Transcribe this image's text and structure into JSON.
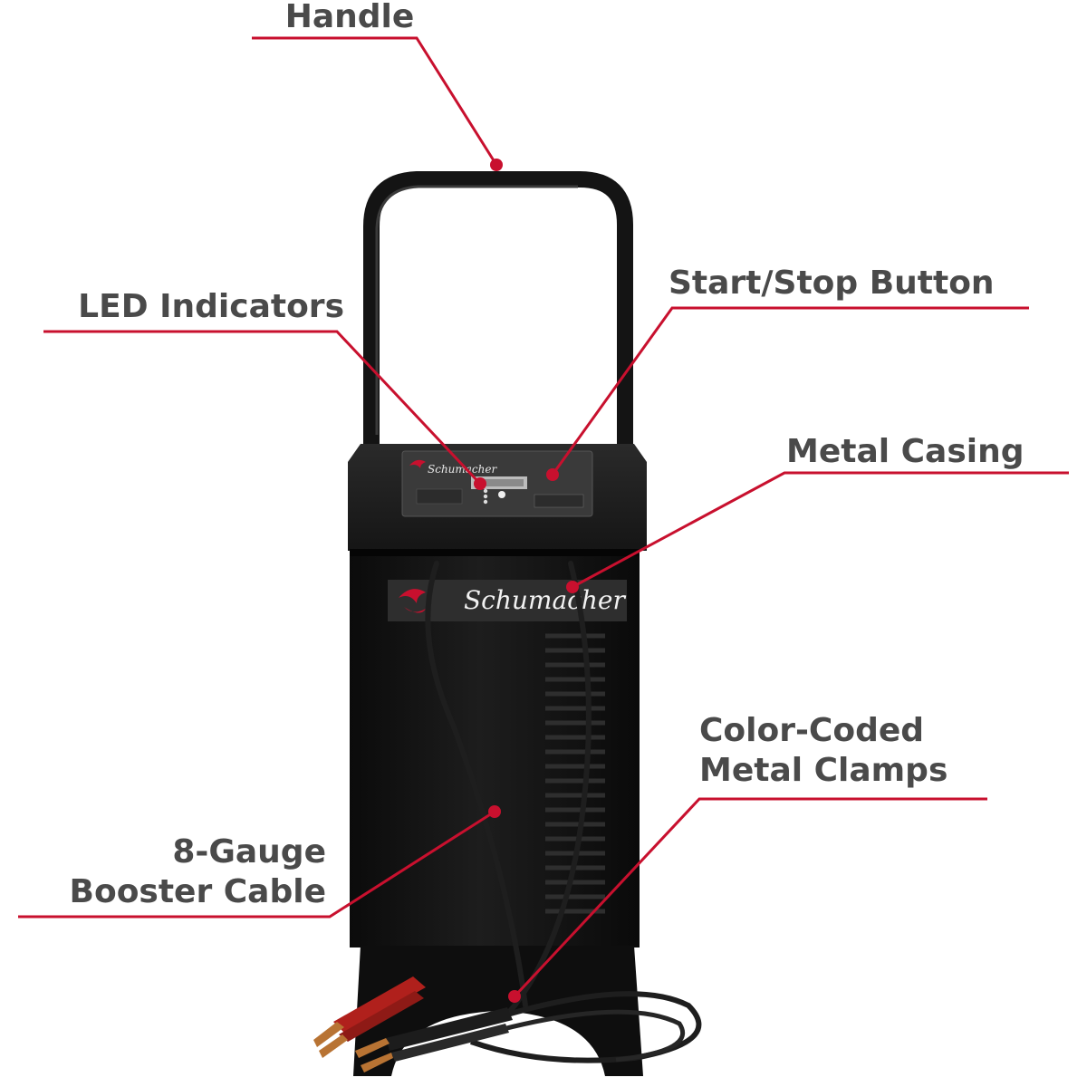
{
  "callouts": {
    "handle": {
      "text": "Handle"
    },
    "led_indicators": {
      "text": "LED Indicators"
    },
    "start_stop_button": {
      "text": "Start/Stop Button"
    },
    "metal_casing": {
      "text": "Metal Casing"
    },
    "color_coded_clamps": {
      "line1": "Color-Coded",
      "line2": "Metal Clamps"
    },
    "booster_cable": {
      "line1": "8-Gauge",
      "line2": "Booster Cable"
    }
  },
  "product": {
    "brand": "Schumacher"
  },
  "colors": {
    "callout_line": "#c8102e",
    "label_text": "#4a4a4a",
    "body": "#121212",
    "clamp_red": "#b0201c",
    "clamp_black": "#1c1c1c",
    "copper": "#b87333"
  }
}
